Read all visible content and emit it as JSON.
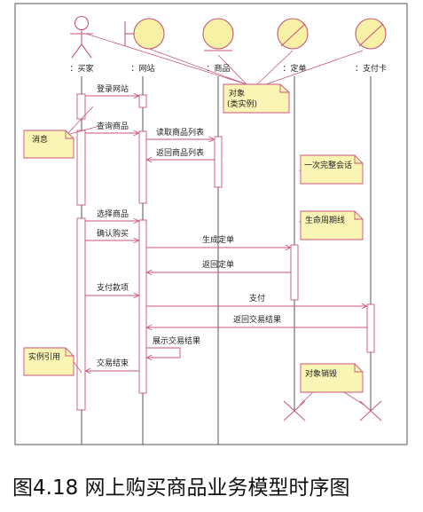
{
  "colors": {
    "accent": "#c8557a",
    "entity_fill": "#f7f1a6",
    "note_fill": "#faf5b4",
    "lifeline": "#444444",
    "frame": "#555555"
  },
  "participants": [
    {
      "id": "buyer",
      "kind": "actor",
      "label": "：买家"
    },
    {
      "id": "site",
      "kind": "boundary",
      "label": "：网站"
    },
    {
      "id": "goods",
      "kind": "entity",
      "label": "：商品"
    },
    {
      "id": "order",
      "kind": "control",
      "label": "：定单"
    },
    {
      "id": "card",
      "kind": "control",
      "label": "：支付卡"
    }
  ],
  "messages": [
    {
      "from": "buyer",
      "to": "site",
      "label": "登录网站",
      "kind": "call"
    },
    {
      "from": "buyer",
      "to": "site",
      "label": "查询商品",
      "kind": "call"
    },
    {
      "from": "site",
      "to": "goods",
      "label": "读取商品列表",
      "kind": "call"
    },
    {
      "from": "goods",
      "to": "site",
      "label": "返回商品列表",
      "kind": "return"
    },
    {
      "from": "buyer",
      "to": "site",
      "label": "选择商品",
      "kind": "call"
    },
    {
      "from": "buyer",
      "to": "site",
      "label": "确认购买",
      "kind": "call"
    },
    {
      "from": "site",
      "to": "order",
      "label": "生成定单",
      "kind": "call"
    },
    {
      "from": "order",
      "to": "site",
      "label": "返回定单",
      "kind": "return"
    },
    {
      "from": "buyer",
      "to": "site",
      "label": "支付款项",
      "kind": "call"
    },
    {
      "from": "site",
      "to": "card",
      "label": "支付",
      "kind": "call"
    },
    {
      "from": "card",
      "to": "site",
      "label": "返回交易结果",
      "kind": "return"
    },
    {
      "from": "site",
      "to": "site",
      "label": "展示交易结果",
      "kind": "self"
    },
    {
      "from": "site",
      "to": "buyer",
      "label": "交易结束",
      "kind": "return"
    }
  ],
  "notes": {
    "object": "对象",
    "object_sub": "(类实例)",
    "message": "消息",
    "session": "一次完整会话",
    "lifeline": "生命周期线",
    "instance_ref": "实例引用",
    "destroy": "对象销毁"
  },
  "caption": "图4.18  网上购买商品业务模型时序图"
}
